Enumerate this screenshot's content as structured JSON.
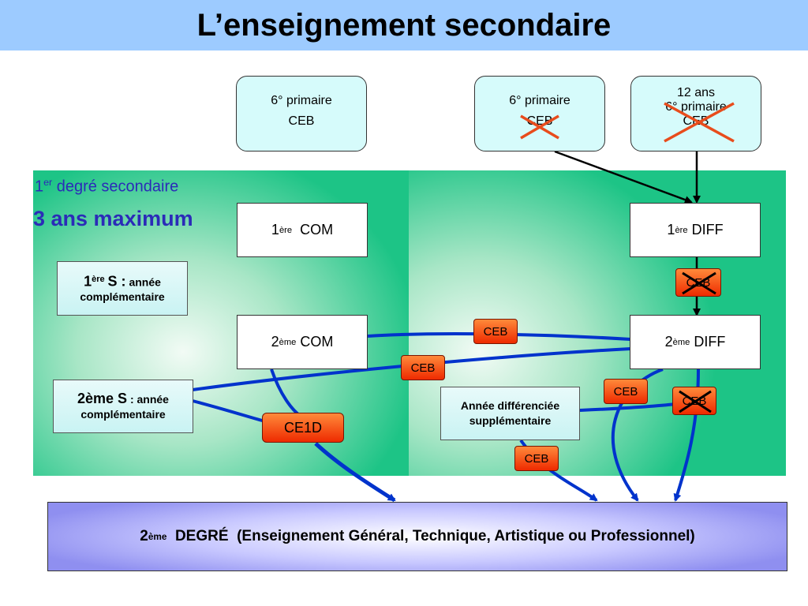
{
  "title": "L’enseignement secondaire",
  "top_boxes": {
    "left": {
      "line1": "6° primaire",
      "line2": "CEB"
    },
    "middle": {
      "line1": "6° primaire",
      "line2": "CEB"
    },
    "right": {
      "line1": "12 ans",
      "line2": "6° primaire",
      "line3": "CEB"
    }
  },
  "degree1": {
    "number": "1",
    "sup": "er",
    "label": "degré secondaire",
    "max": "3 ans maximum"
  },
  "boxes": {
    "com1": {
      "num": "1",
      "sup": "ère",
      "label": "COM"
    },
    "diff1": {
      "num": "1",
      "sup": "ère",
      "label": "DIFF"
    },
    "com2": {
      "num": "2",
      "sup": "ème",
      "label": "COM"
    },
    "diff2": {
      "num": "2",
      "sup": "ème",
      "label": "DIFF"
    },
    "s1": {
      "num": "1",
      "sup": "ère",
      "label": "S :",
      "small": "année",
      "line2": "complémentaire"
    },
    "s2": {
      "label": "2ème S",
      "small": ": année",
      "line2": "complémentaire"
    },
    "diff_supp": {
      "line1": "Année différenciée",
      "line2": "supplémentaire"
    }
  },
  "tags": {
    "ceb_diff1": "CEB",
    "ceb_top": "CEB",
    "ceb_mid": "CEB",
    "ceb_right": "CEB",
    "ceb_right_crossed": "CEB",
    "ceb_bottom": "CEB",
    "ce1d": "CE1D"
  },
  "degree2": {
    "num": "2",
    "sup": "ème",
    "label": "DEGRÉ",
    "detail": "(Enseignement Général, Technique, Artistique ou Professionnel)"
  },
  "colors": {
    "title_bar": "#9dcbff",
    "blue_line": "#0033cc",
    "orange": "#ff5a14",
    "cross": "#e84c1c",
    "heading_blue": "#2b2bb8"
  }
}
